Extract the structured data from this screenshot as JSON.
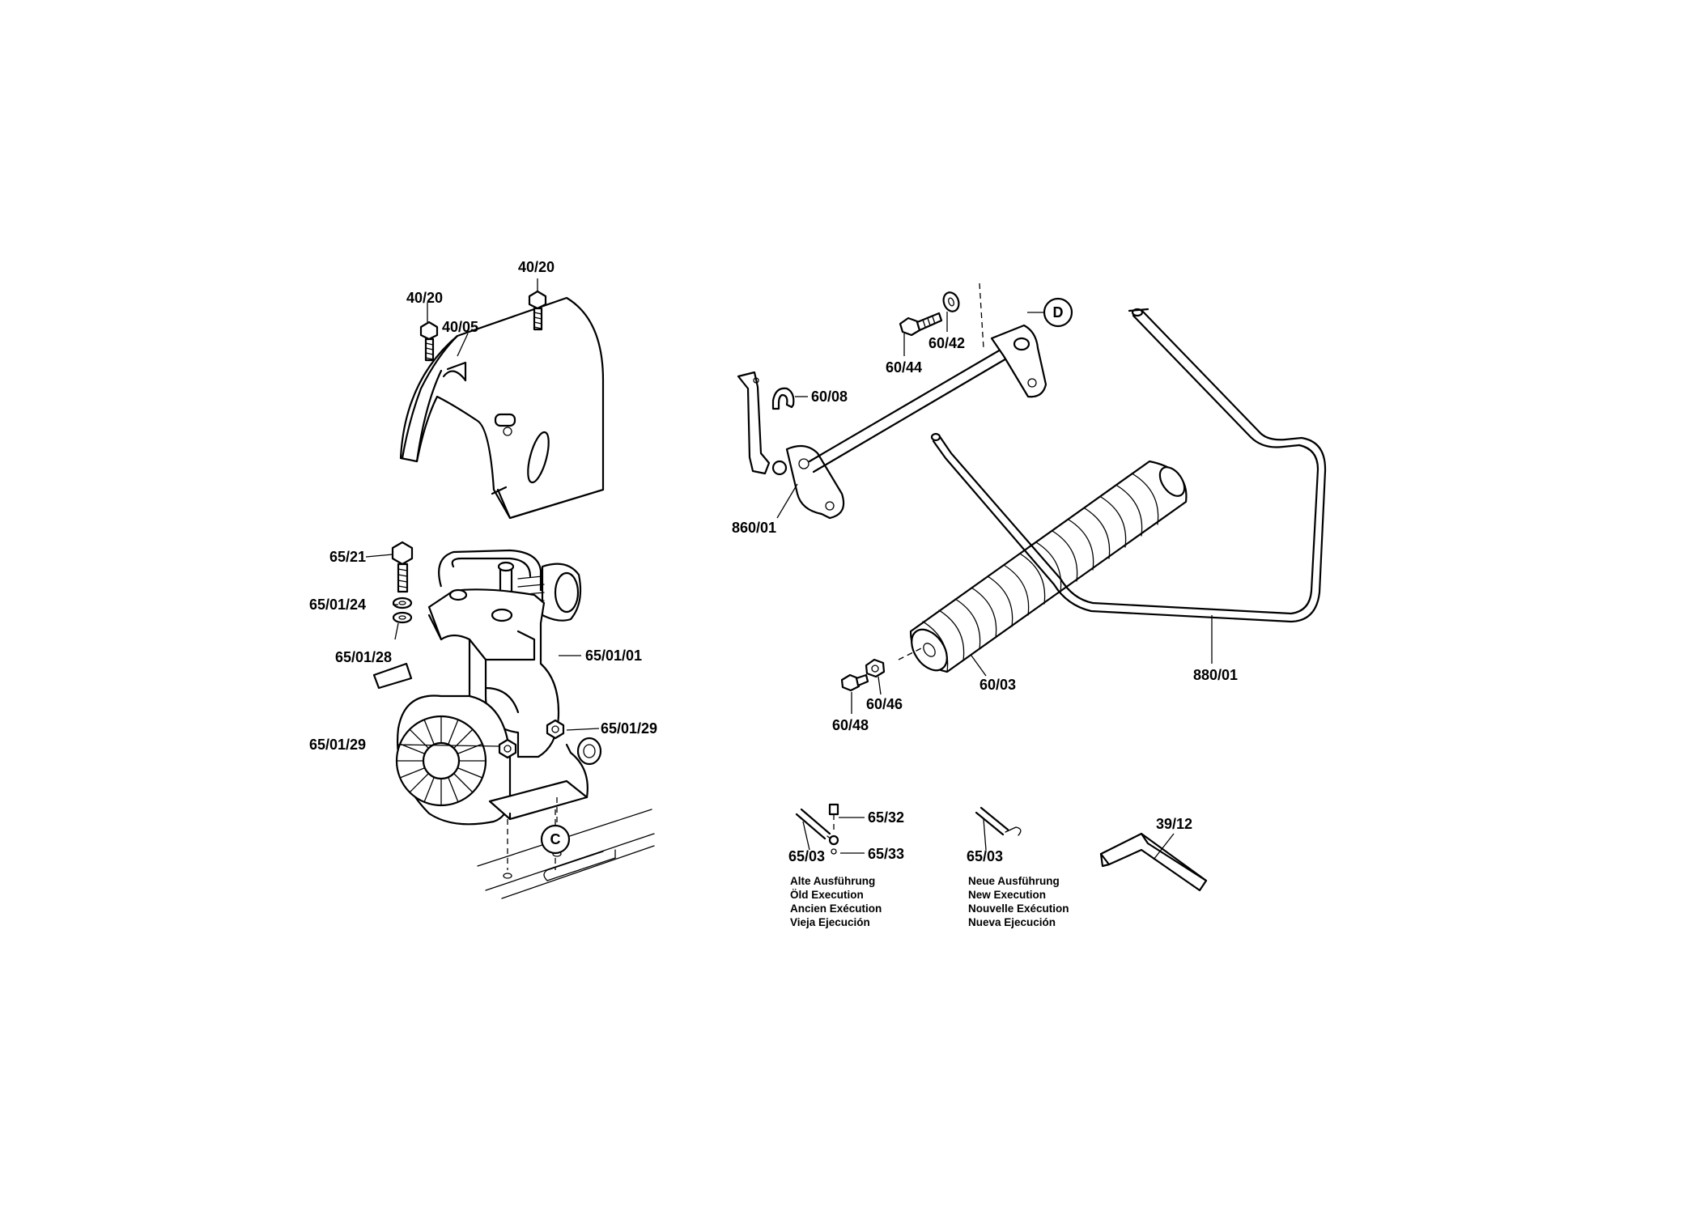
{
  "labels": {
    "p40_20_a": "40/20",
    "p40_20_b": "40/20",
    "p40_05": "40/05",
    "p65_21": "65/21",
    "p65_01_24": "65/01/24",
    "p65_01_28": "65/01/28",
    "p65_01_01": "65/01/01",
    "p65_01_29_right": "65/01/29",
    "p65_01_29_left": "65/01/29",
    "p60_44": "60/44",
    "p60_42": "60/42",
    "p60_08": "60/08",
    "p860_01": "860/01",
    "p60_03": "60/03",
    "p60_46": "60/46",
    "p60_48": "60/48",
    "p880_01": "880/01",
    "p65_32": "65/32",
    "p65_03_old": "65/03",
    "p65_33": "65/33",
    "p65_03_new": "65/03",
    "p39_12": "39/12"
  },
  "refs": {
    "c": "C",
    "d": "D"
  },
  "legend": {
    "old": [
      "Alte Ausführung",
      "Öld Execution",
      "Ancien Exécution",
      "Vieja Ejecución"
    ],
    "new": [
      "Neue Ausführung",
      "New Execution",
      "Nouvelle Exécution",
      "Nueva Ejecución"
    ]
  }
}
